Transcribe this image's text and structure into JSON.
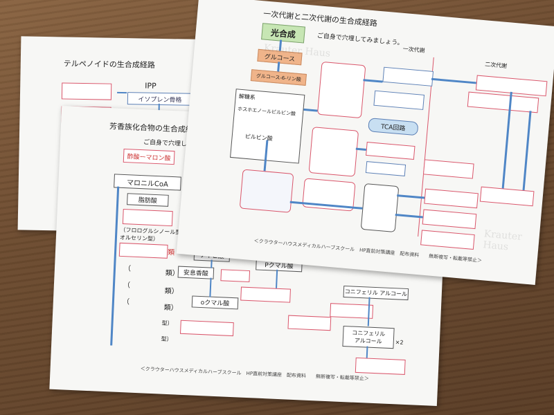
{
  "sheet_terpenoid": {
    "title": "テルペノイドの生合成経路",
    "ipp": "IPP",
    "isoprene": "イソプレン骨格"
  },
  "sheet_aromatic": {
    "title": "芳香族化合物の生合成経路",
    "subtitle": "ご自身で穴埋してみま",
    "acetate": "酢酸ーマロン酸",
    "malonyl": "マロニルCoA",
    "fatty": "脂肪酸",
    "phloro": "（フロログルシノール型、",
    "orsellin": "オルセリン型）",
    "rui1": "類",
    "rui2": "類）",
    "rui3": "類）",
    "rui4": "類）",
    "paren": "（",
    "kata1": "型）",
    "kata2": "型）",
    "cinnamic": "ケイヒ酸",
    "benzoic": "安息香酸",
    "pcoumaric": "Pクマル酸",
    "ocoumaric": "oクマル酸",
    "coniferyl_acid": "コニフェリル アルコール",
    "coniferyl_alc_1": "コニフェリル",
    "coniferyl_alc_2": "アルコール",
    "x2": "×2",
    "footer": "＜クラウターハウスメディカルハーブスクール　HP直前対策講座　配布資料　　無断複写・転載等禁止＞"
  },
  "sheet_primary": {
    "title": "一次代謝と二次代謝の生合成経路",
    "subtitle": "ご自身で穴埋してみましょう。",
    "primary": "一次代謝",
    "secondary": "二次代謝",
    "photosynthesis": "光合成",
    "glucose": "グルコース",
    "g6p": "グルコース-6-リン酸",
    "glycolysis": "解糖系",
    "pep": "ホスホエノールピルビン酸",
    "pyruvate": "ピルビン酸",
    "tca": "TCA回路",
    "footer": "＜クラウターハウスメディカルハーブスクール　HP直前対策講座　配布資料　　無断複写・転載等禁止＞"
  },
  "watermark": "Krauter Haus"
}
